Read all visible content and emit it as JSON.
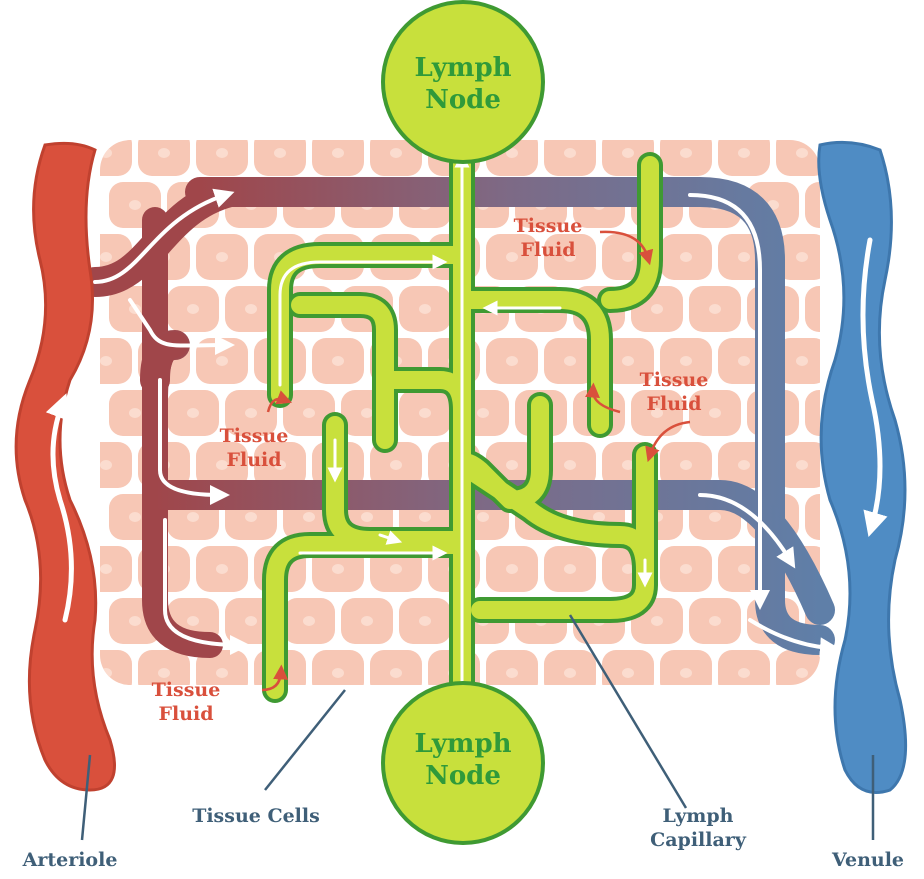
{
  "lymph_nodes": {
    "top": {
      "line1": "Lymph",
      "line2": "Node"
    },
    "bottom": {
      "line1": "Lymph",
      "line2": "Node"
    }
  },
  "tissue_fluid_labels": [
    {
      "line1": "Tissue",
      "line2": "Fluid"
    },
    {
      "line1": "Tissue",
      "line2": "Fluid"
    },
    {
      "line1": "Tissue",
      "line2": "Fluid"
    },
    {
      "line1": "Tissue",
      "line2": "Fluid"
    }
  ],
  "labels": {
    "tissue_cells": "Tissue Cells",
    "lymph_capillary_1": "Lymph",
    "lymph_capillary_2": "Capillary",
    "arteriole": "Arteriole",
    "venule": "Venule"
  },
  "colors": {
    "arteriole": "#d9503c",
    "venule": "#4f8cc4",
    "capillary_red": "#a0464a",
    "capillary_blue": "#5f7fa8",
    "lymph": "#c8e03c",
    "lymph_outline": "#3f9a32",
    "tissue_cell": "#f7c7b5",
    "label_red": "#d9503c",
    "label_blue": "#3f5f78",
    "node_text": "#2f9a3a"
  }
}
